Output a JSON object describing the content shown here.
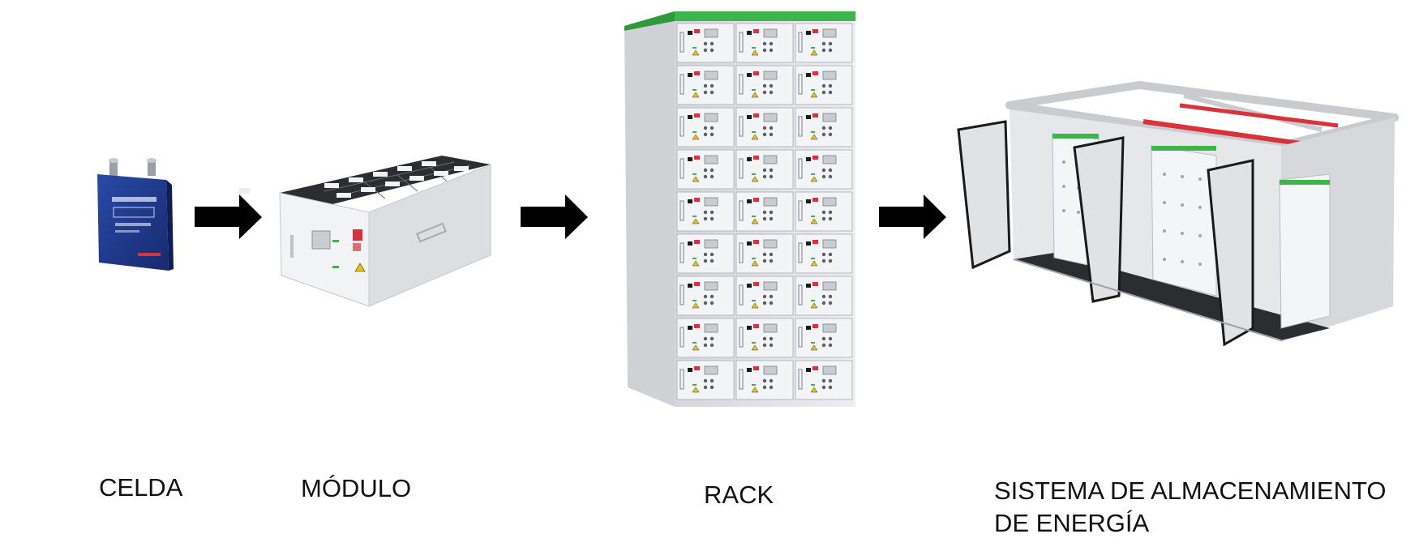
{
  "stages": [
    {
      "id": "celda",
      "label": "CELDA",
      "icon": "battery-cell-icon"
    },
    {
      "id": "modulo",
      "label": "MÓDULO",
      "icon": "battery-module-icon"
    },
    {
      "id": "rack",
      "label": "RACK",
      "icon": "battery-rack-icon"
    },
    {
      "id": "sistema",
      "label_line1": "SISTEMA DE ALMACENAMIENTO",
      "label_line2": "DE ENERGÍA",
      "icon": "energy-storage-container-icon"
    }
  ],
  "colors": {
    "accent_green": "#3cb54a",
    "cell_blue": "#1f3a8a",
    "busbar_red": "#d8333a",
    "arrow": "#000000",
    "panel_gray": "#e8e9eb"
  }
}
